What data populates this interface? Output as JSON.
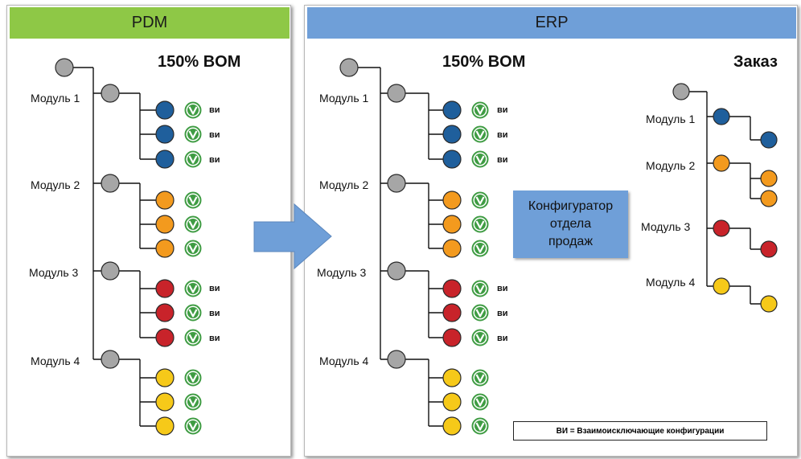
{
  "pdm": {
    "header": "PDM",
    "header_color": "#8ec846",
    "bom_title": "150% BOM",
    "modules": [
      "Модуль 1",
      "Модуль 2",
      "Модуль 3",
      "Модуль 4"
    ],
    "vi_label": "ви"
  },
  "erp": {
    "header": "ERP",
    "header_color": "#6f9fd8",
    "bom_title": "150% BOM",
    "order_title": "Заказ",
    "modules": [
      "Модуль 1",
      "Модуль 2",
      "Модуль 3",
      "Модуль 4"
    ],
    "order_modules": [
      "Модуль 1",
      "Модуль 2",
      "Модуль 3",
      "Модуль 4"
    ],
    "vi_label": "ви",
    "configurator": [
      "Конфигуратор",
      "отдела",
      "продаж"
    ],
    "legend": "ВИ = Взаимоисключающие конфигурации"
  },
  "colors": {
    "root": "#a6a6a6",
    "module": "#a6a6a6",
    "group1": "#1f5f9c",
    "group2": "#f39a1e",
    "group3": "#c8232a",
    "group4": "#f6c919",
    "badge": "#3f9c43",
    "arrow": "#6f9fd8"
  },
  "icons": {
    "variant_badge": "circled-v-icon",
    "flow_arrow": "right-arrow-icon"
  }
}
